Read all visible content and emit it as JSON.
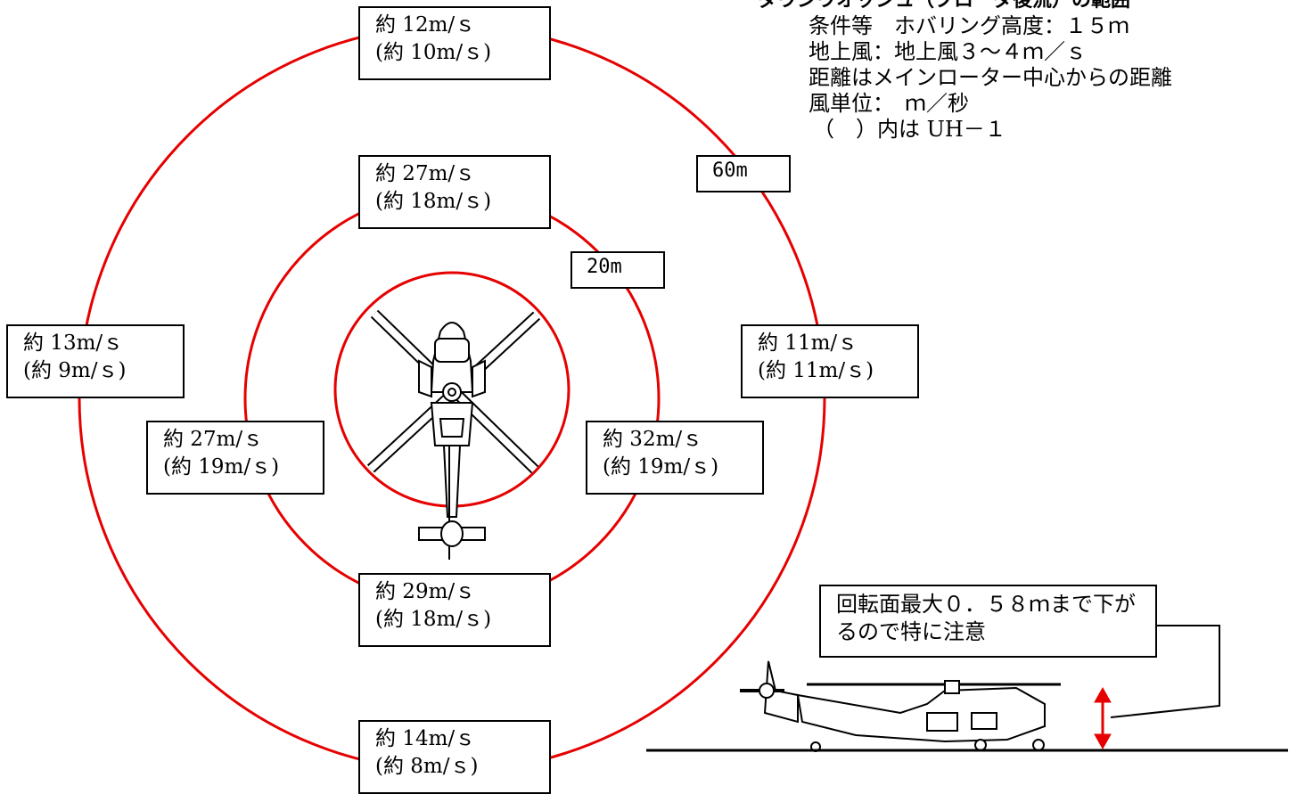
{
  "legend": {
    "title": "ダウンウオッシュ（ブローダ後流）の範囲",
    "lines": [
      "条件等　ホバリング高度：１５ｍ",
      "地上風：地上風３～４ｍ／ｓ",
      "距離はメインローター中心からの距離",
      "風単位：　ｍ／秒"
    ],
    "uh1_note": "（　）内は UH－１"
  },
  "distance_labels": {
    "outer": "60m",
    "middle": "20m"
  },
  "wind_labels": {
    "outer_top": {
      "main": "約 12m/ｓ",
      "uh1": "(約 10m/ｓ)"
    },
    "outer_left": {
      "main": "約 13m/ｓ",
      "uh1": "(約 9m/ｓ)"
    },
    "outer_right": {
      "main": "約 11m/ｓ",
      "uh1": "(約 11m/ｓ)"
    },
    "outer_bottom": {
      "main": "約 14m/ｓ",
      "uh1": "(約 8m/ｓ)"
    },
    "mid_top": {
      "main": "約 27m/ｓ",
      "uh1": "(約 18m/ｓ)"
    },
    "mid_left": {
      "main": "約 27m/ｓ",
      "uh1": "(約 19m/ｓ)"
    },
    "mid_right": {
      "main": "約 32m/ｓ",
      "uh1": "(約 19m/ｓ)"
    },
    "mid_bottom": {
      "main": "約 29m/ｓ",
      "uh1": "(約 18m/ｓ)"
    }
  },
  "side_note": "回転面最大０．５８ｍまで下がるので特に注意",
  "colors": {
    "ring": "#e60000",
    "arrow": "#e60000",
    "line": "#000000"
  },
  "icons": [
    "helicopter-top-view-icon",
    "helicopter-side-view-icon",
    "double-arrow-icon"
  ]
}
